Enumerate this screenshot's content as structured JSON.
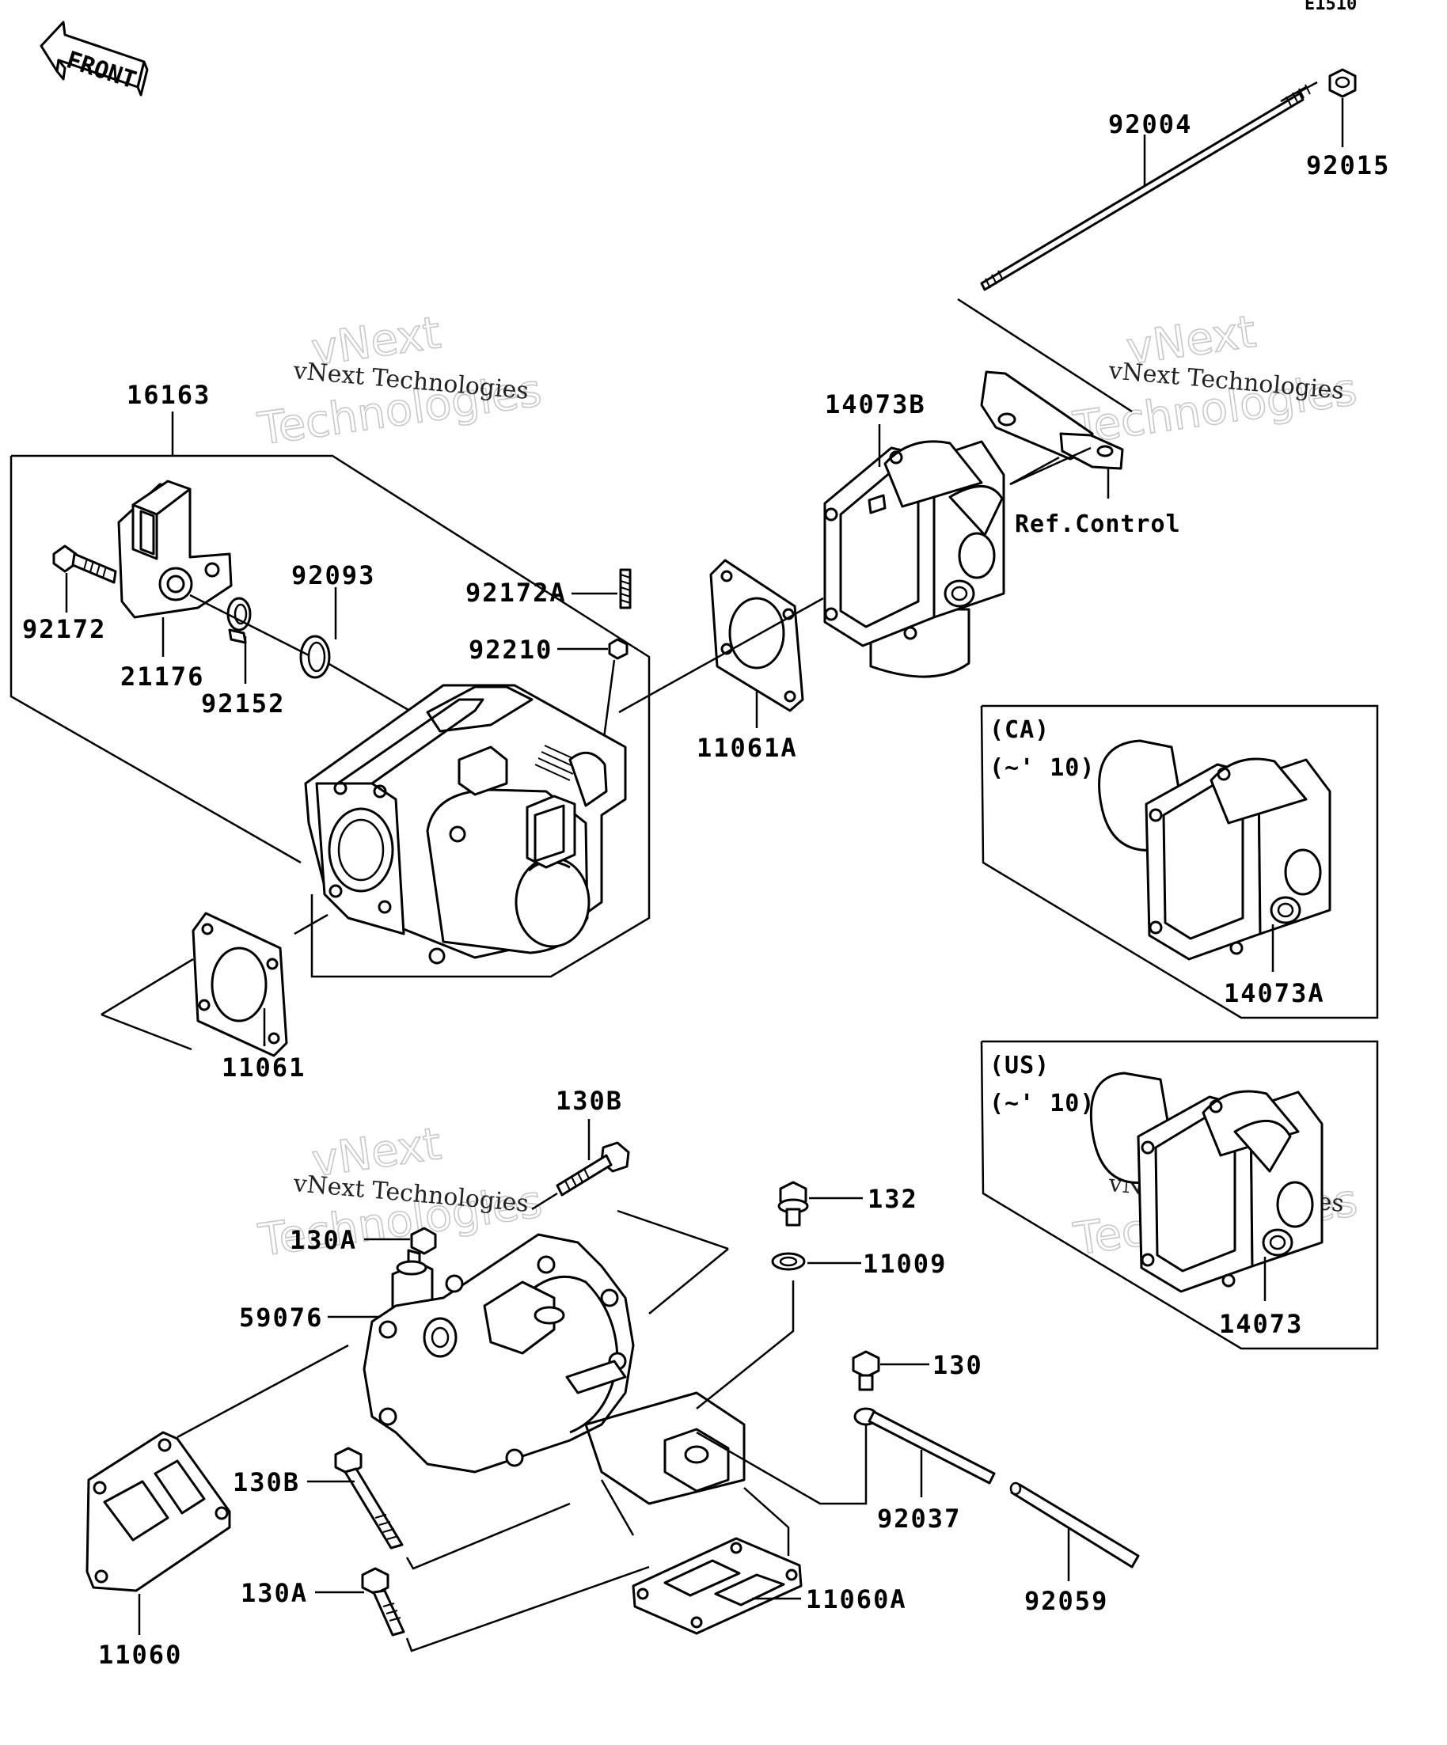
{
  "diagram": {
    "code": "E1510",
    "front_label": "FRONT",
    "watermark": {
      "line1": "vNext Technologies",
      "line2": "vNext",
      "line3": "Technologies"
    },
    "callouts": {
      "p92004": "92004",
      "p92015": "92015",
      "p16163": "16163",
      "p14073B": "14073B",
      "ref_control": "Ref.Control",
      "p92093": "92093",
      "p92172A": "92172A",
      "p92172": "92172",
      "p92210": "92210",
      "p21176": "21176",
      "p92152": "92152",
      "p11061A": "11061A",
      "p11061": "11061",
      "p130B_top": "130B",
      "p132": "132",
      "p130A_top": "130A",
      "p11009": "11009",
      "p59076": "59076",
      "p130": "130",
      "p130B_bottom": "130B",
      "p92037": "92037",
      "p130A_bottom": "130A",
      "p11060A": "11060A",
      "p92059": "92059",
      "p11060": "11060"
    },
    "inset_ca": {
      "region": "(CA)",
      "years": "(~' 10)",
      "part": "14073A"
    },
    "inset_us": {
      "region": "(US)",
      "years": "(~' 10)",
      "part": "14073"
    }
  }
}
